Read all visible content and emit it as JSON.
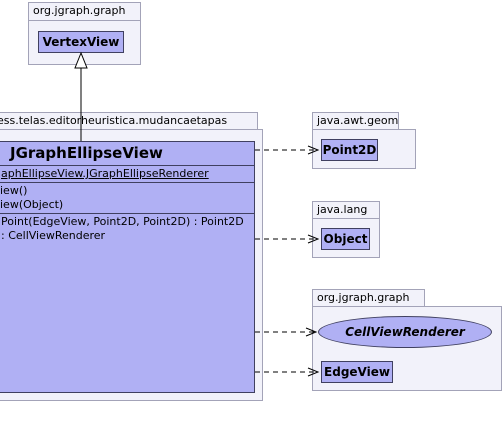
{
  "packages": {
    "top": {
      "name": "org.jgraph.graph"
    },
    "main": {
      "name": "ess.telas.editorheuristica.mudancaetapas"
    },
    "geom": {
      "name": "java.awt.geom"
    },
    "lang": {
      "name": "java.lang"
    },
    "graph2": {
      "name": "org.jgraph.graph"
    }
  },
  "classes": {
    "vertex_view": "VertexView",
    "point2d": "Point2D",
    "object": "Object",
    "cell_view_renderer": "CellViewRenderer",
    "edge_view": "EdgeView"
  },
  "main_class": {
    "name": "JGraphEllipseView",
    "attributes": [
      "aphEllipseView.JGraphEllipseRenderer"
    ],
    "constructors": [
      "iew()",
      "iew(Object)"
    ],
    "methods": [
      "Point(EdgeView, Point2D, Point2D) : Point2D",
      ": CellViewRenderer"
    ]
  },
  "colors": {
    "class_fill": "#b0b0f4",
    "package_fill": "#f2f2fa",
    "package_border": "#a3a3b8",
    "edge": "#000000"
  }
}
